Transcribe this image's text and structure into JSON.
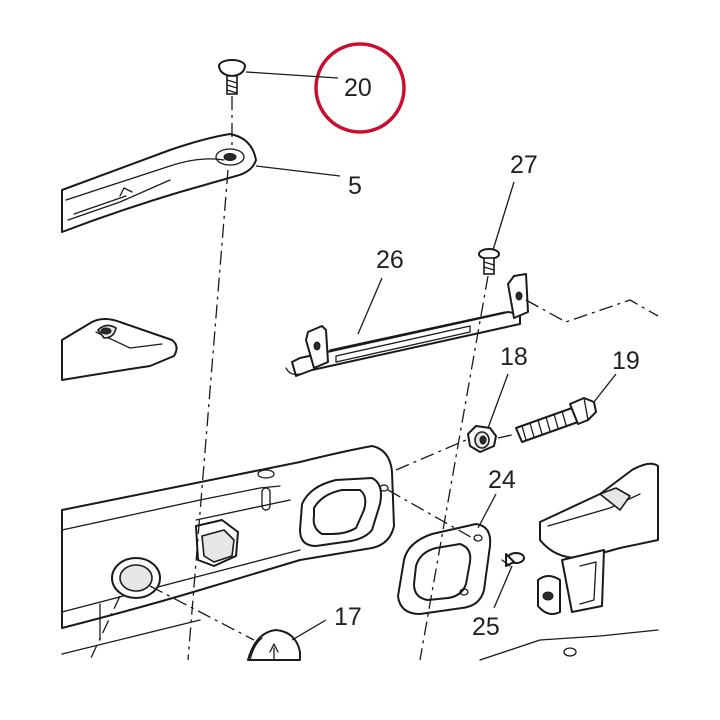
{
  "callouts": {
    "c20": "20",
    "c5": "5",
    "c27": "27",
    "c26": "26",
    "c18": "18",
    "c19": "19",
    "c24": "24",
    "c25": "25",
    "c17": "17"
  },
  "highlight": {
    "part": "20",
    "color": "#c8102e"
  }
}
